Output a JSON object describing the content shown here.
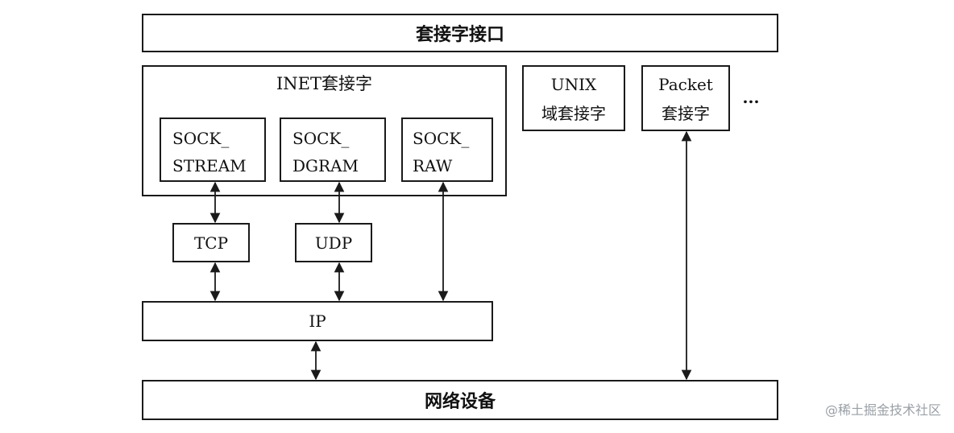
{
  "diagram": {
    "top_interface": "套接字接口",
    "inet": {
      "title": "INET套接字",
      "stream": {
        "line1": "SOCK_",
        "line2": "STREAM"
      },
      "dgram": {
        "line1": "SOCK_",
        "line2": "DGRAM"
      },
      "raw": {
        "line1": "SOCK_",
        "line2": "RAW"
      }
    },
    "unix": {
      "line1": "UNIX",
      "line2": "域套接字"
    },
    "packet": {
      "line1": "Packet",
      "line2": "套接字"
    },
    "ellipsis": "...",
    "tcp": "TCP",
    "udp": "UDP",
    "ip": "IP",
    "network_device": "网络设备",
    "line_color": "#1a1a1a"
  },
  "watermark": "@稀土掘金技术社区"
}
